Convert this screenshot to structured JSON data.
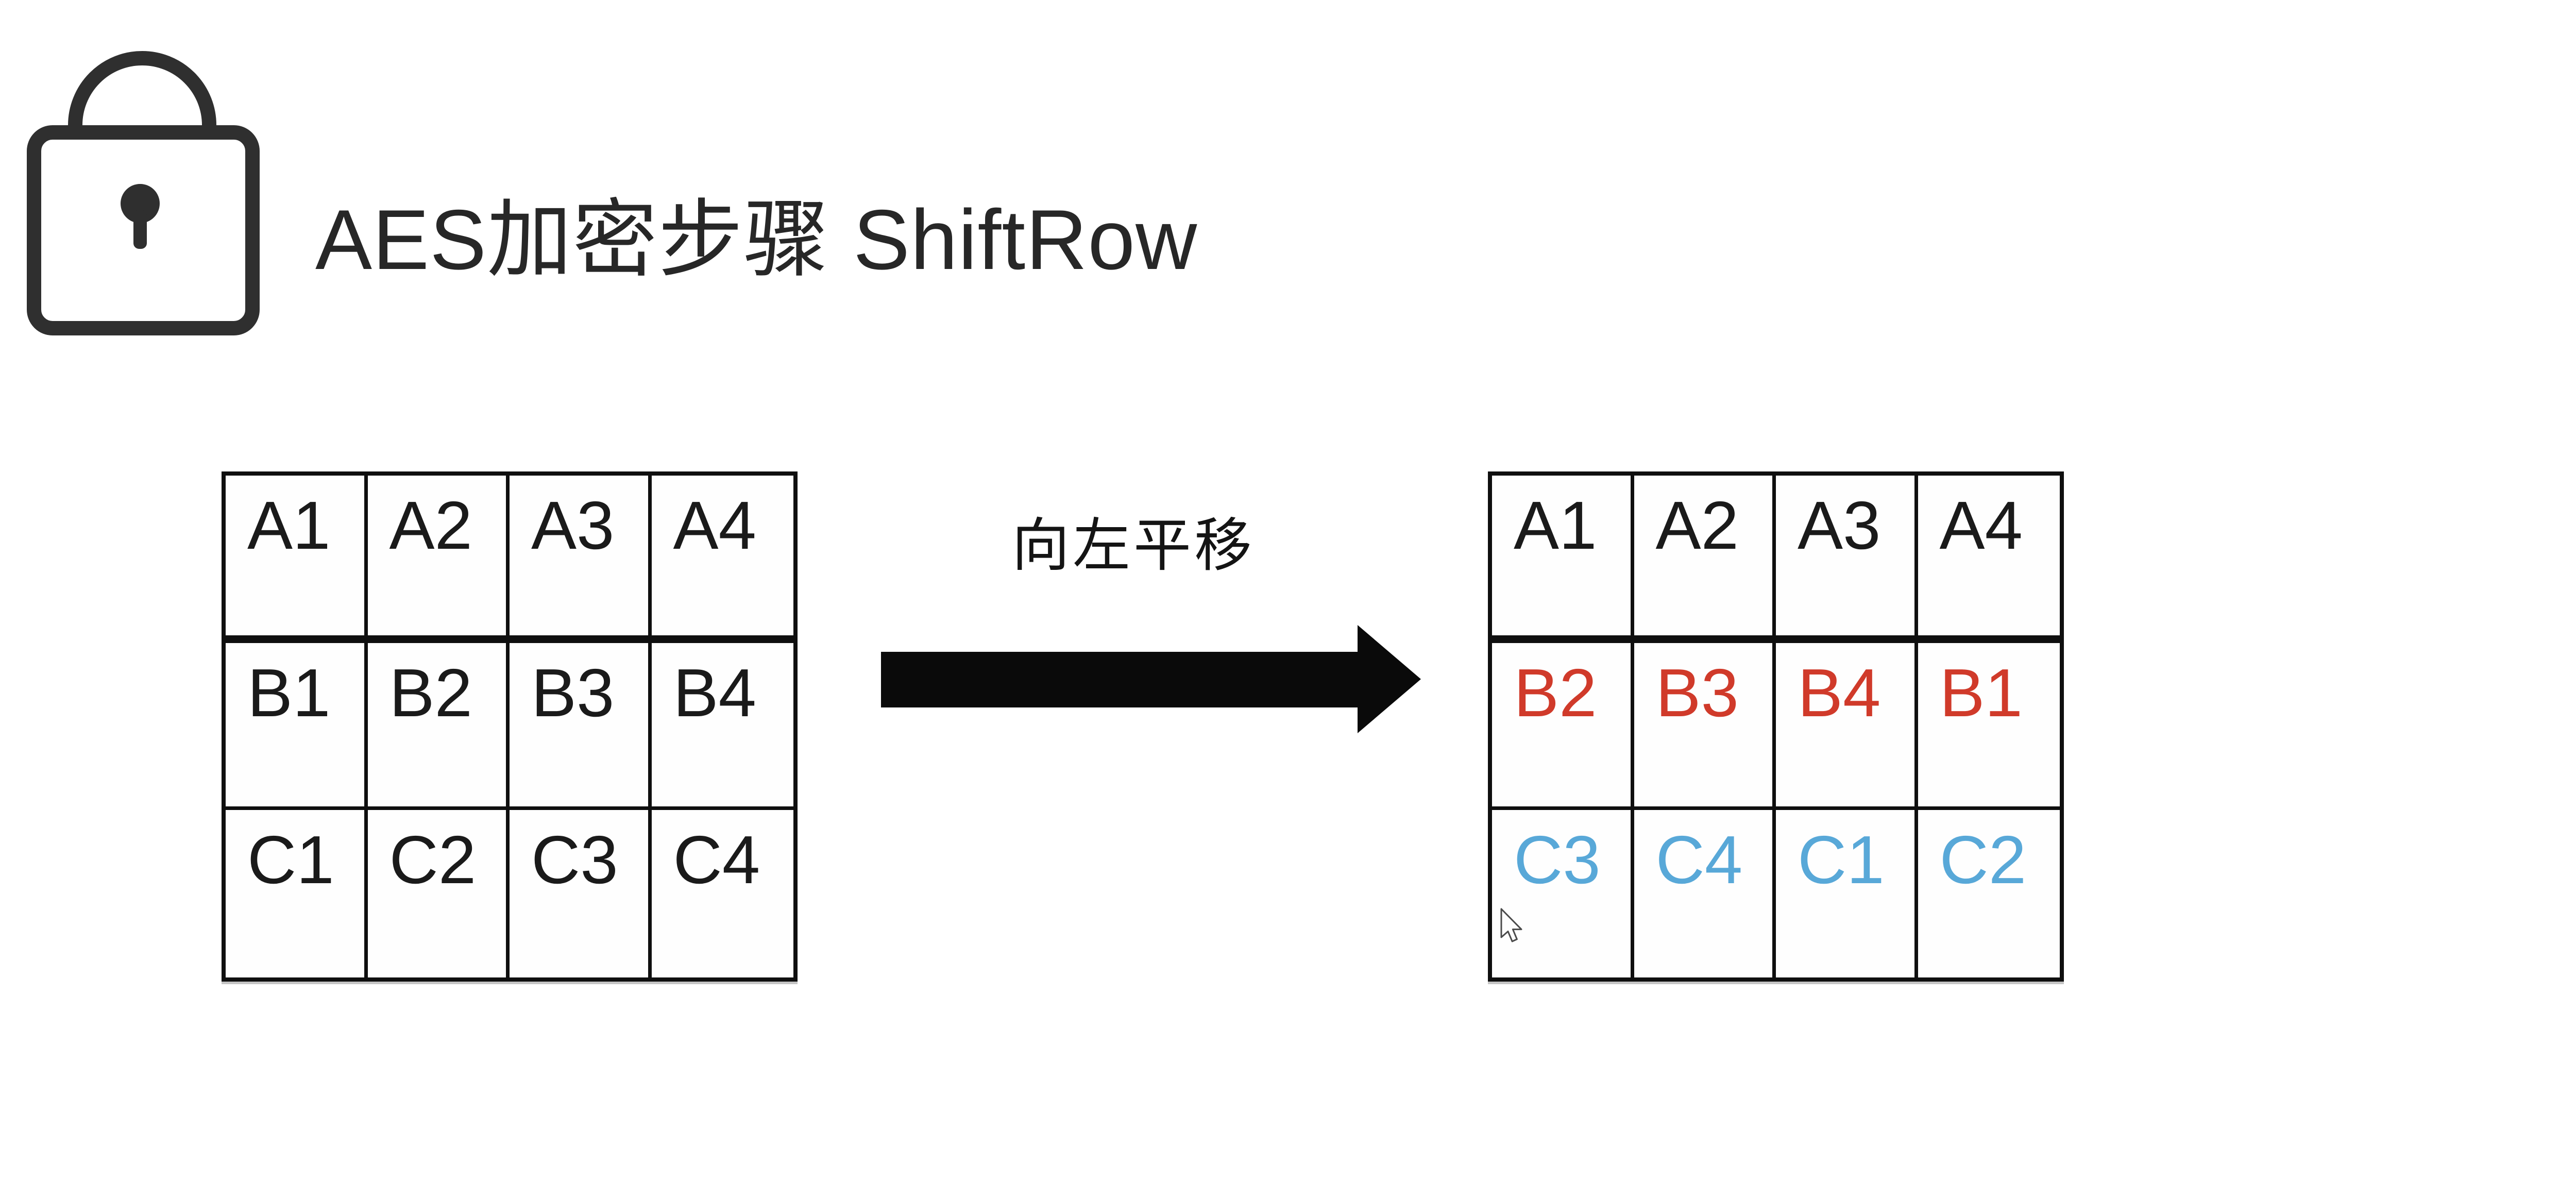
{
  "title": "AES加密步骤 ShiftRow",
  "arrow": {
    "label": "向左平移",
    "direction": "right",
    "color": "#0a0a0a"
  },
  "colors": {
    "background": "#ffffff",
    "table_border": "#0f0f0f",
    "row_a_text": "#1a1a1a",
    "row_b_shifted_text": "#d03a2a",
    "row_c_shifted_text": "#58a8d8",
    "title_text": "#272727",
    "lock_stroke": "#2f2f2f"
  },
  "tables": {
    "before": {
      "label": "state-before-shift",
      "rows": [
        {
          "cells": [
            "A1",
            "A2",
            "A3",
            "A4"
          ],
          "color": "#1a1a1a"
        },
        {
          "cells": [
            "B1",
            "B2",
            "B3",
            "B4"
          ],
          "color": "#1a1a1a"
        },
        {
          "cells": [
            "C1",
            "C2",
            "C3",
            "C4"
          ],
          "color": "#1a1a1a"
        }
      ]
    },
    "after": {
      "label": "state-after-shift",
      "rows": [
        {
          "cells": [
            "A1",
            "A2",
            "A3",
            "A4"
          ],
          "color": "#1a1a1a"
        },
        {
          "cells": [
            "B2",
            "B3",
            "B4",
            "B1"
          ],
          "color": "#d03a2a"
        },
        {
          "cells": [
            "C3",
            "C4",
            "C1",
            "C2"
          ],
          "color": "#58a8d8"
        }
      ]
    }
  }
}
